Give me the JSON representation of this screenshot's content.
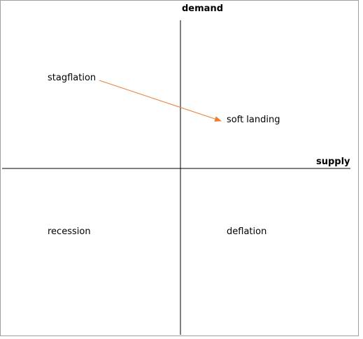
{
  "axes": {
    "vertical": {
      "label": "demand"
    },
    "horizontal": {
      "label": "supply"
    }
  },
  "quadrants": {
    "top_left": "stagflation",
    "top_right": "soft landing",
    "bottom_left": "recession",
    "bottom_right": "deflation"
  },
  "arrow": {
    "from": "stagflation",
    "to": "soft landing",
    "color": "#ed7d31"
  },
  "colors": {
    "axis_line": "#000000",
    "frame": "#a0a0a0"
  }
}
